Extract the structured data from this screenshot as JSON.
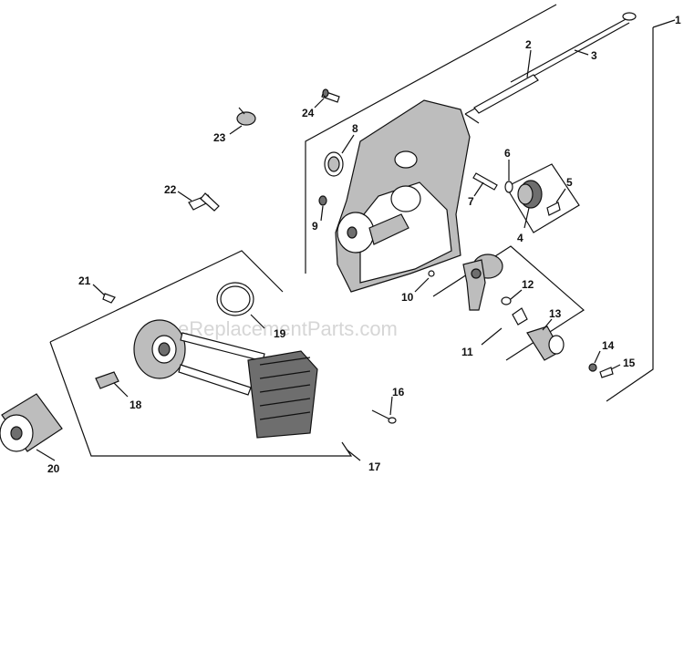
{
  "watermark": "eReplacementParts.com",
  "callouts": {
    "c1": "1",
    "c2": "2",
    "c3": "3",
    "c4": "4",
    "c5": "5",
    "c6": "6",
    "c7": "7",
    "c8": "8",
    "c9": "9",
    "c10": "10",
    "c11": "11",
    "c12": "12",
    "c13": "13",
    "c14": "14",
    "c15": "15",
    "c16": "16",
    "c17": "17",
    "c18": "18",
    "c19": "19",
    "c20": "20",
    "c21": "21",
    "c22": "22",
    "c23": "23",
    "c24": "24"
  }
}
